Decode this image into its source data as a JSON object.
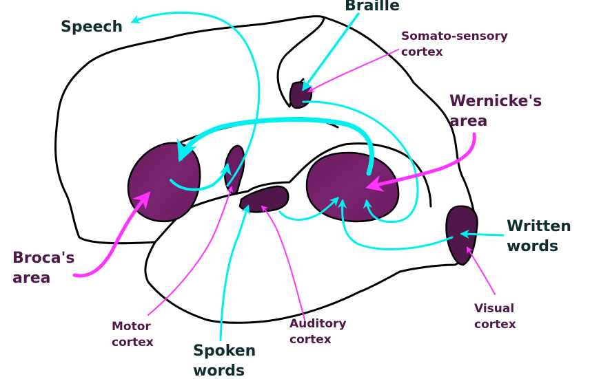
{
  "colors": {
    "outline": "#000000",
    "region_fill": "#74206a",
    "region_dark": "#4f1848",
    "pathway": "#00f0f0",
    "pointer": "#ff33ff",
    "label_dark": "#0f2d2d",
    "label_purple": "#4f1848"
  },
  "labels": {
    "speech": "Speech",
    "braille": "Braille",
    "somatosensory": "Somato-sensory\ncortex",
    "wernicke": "Wernicke's\narea",
    "broca": "Broca's\narea",
    "written_words": "Written\nwords",
    "visual_cortex": "Visual\ncortex",
    "motor_cortex": "Motor\ncortex",
    "spoken_words": "Spoken\nwords",
    "auditory_cortex": "Auditory\ncortex"
  }
}
